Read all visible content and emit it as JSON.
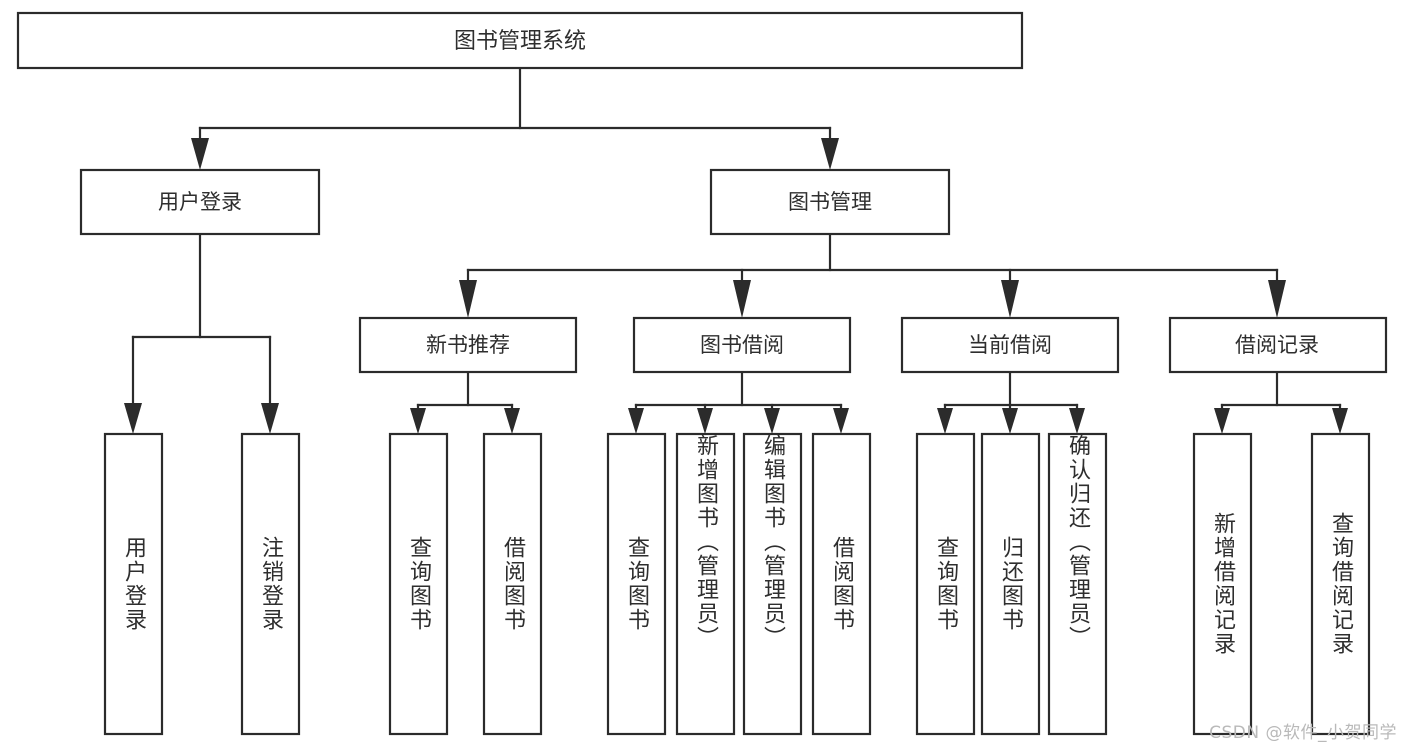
{
  "diagram": {
    "type": "tree-hierarchy",
    "title_node": {
      "id": "root",
      "label": "图书管理系统"
    },
    "level1": [
      {
        "id": "user-login",
        "label": "用户登录"
      },
      {
        "id": "book-manage",
        "label": "图书管理"
      }
    ],
    "level2": [
      {
        "id": "new-book-rec",
        "label": "新书推荐",
        "parent": "book-manage"
      },
      {
        "id": "book-borrow",
        "label": "图书借阅",
        "parent": "book-manage"
      },
      {
        "id": "current-borrow",
        "label": "当前借阅",
        "parent": "book-manage"
      },
      {
        "id": "borrow-record",
        "label": "借阅记录",
        "parent": "book-manage"
      }
    ],
    "leaves": {
      "user-login": [
        {
          "id": "leaf-user-login",
          "label": "用户登录"
        },
        {
          "id": "leaf-logout",
          "label": "注销登录"
        }
      ],
      "new-book-rec": [
        {
          "id": "leaf-query-book-1",
          "label": "查询图书"
        },
        {
          "id": "leaf-borrow-book-1",
          "label": "借阅图书"
        }
      ],
      "book-borrow": [
        {
          "id": "leaf-query-book-2",
          "label": "查询图书"
        },
        {
          "id": "leaf-add-book",
          "label": "新增图书（管理员）"
        },
        {
          "id": "leaf-edit-book",
          "label": "编辑图书（管理员）"
        },
        {
          "id": "leaf-borrow-book-2",
          "label": "借阅图书"
        }
      ],
      "current-borrow": [
        {
          "id": "leaf-query-book-3",
          "label": "查询图书"
        },
        {
          "id": "leaf-return-book",
          "label": "归还图书"
        },
        {
          "id": "leaf-confirm-return",
          "label": "确认归还（管理员）"
        }
      ],
      "borrow-record": [
        {
          "id": "leaf-add-record",
          "label": "新增借阅记录"
        },
        {
          "id": "leaf-query-record",
          "label": "查询借阅记录"
        }
      ]
    }
  },
  "watermark": {
    "text": "CSDN @软件_小贺同学"
  },
  "colors": {
    "background": "#ffffff",
    "box_fill": "#ffffff",
    "box_stroke": "#2b2b2b",
    "text": "#2e2e2e",
    "watermark": "#b9b9b9"
  }
}
